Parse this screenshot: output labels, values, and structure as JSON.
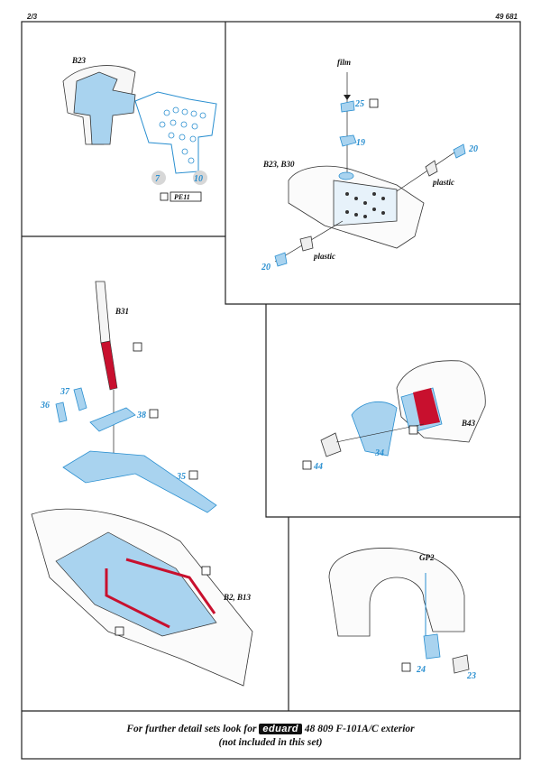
{
  "page_number": "2/3",
  "set_code": "49 681",
  "colors": {
    "part_blue": "#2a8fd0",
    "fill_blue": "#a9d3ef",
    "red": "#c8102e",
    "line": "#222222"
  },
  "panel1": {
    "part_b23": "B23",
    "num_7": "7",
    "num_10": "10",
    "ref_pe": "PE11"
  },
  "panel2": {
    "film": "film",
    "num_25": "25",
    "num_19": "19",
    "num_20a": "20",
    "num_20b": "20",
    "plastic_a": "plastic",
    "plastic_b": "plastic",
    "part_b23_b30": "B23, B30"
  },
  "panel3": {
    "part_b31": "B31",
    "num_37": "37",
    "num_36": "36",
    "num_38": "38",
    "num_35": "35",
    "part_b2_b13": "B2, B13"
  },
  "panel4": {
    "num_34": "34",
    "num_44": "44",
    "part_b43": "B43"
  },
  "panel5": {
    "part_gp2": "GP2",
    "num_24": "24",
    "num_23": "23"
  },
  "footer": {
    "line1_prefix": "For further detail sets look for",
    "brand": "eduard",
    "line1_suffix": "48 809 F-101A/C exterior",
    "line2": "(not included in this set)"
  }
}
